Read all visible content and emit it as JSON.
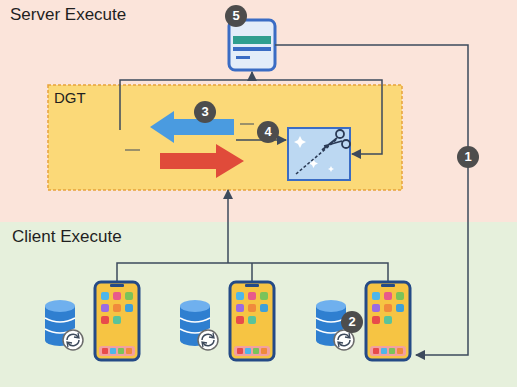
{
  "diagram": {
    "nodes": [
      {
        "text": [
          "Server Execute"
        ]
      },
      {
        "text": [
          "DGT"
        ],
        "in": 0
      },
      {
        "text": [
          "Client Execute"
        ]
      }
    ],
    "edges": [
      {
        "from": 2,
        "to": 1,
        "arrow": "to"
      }
    ],
    "labels": [
      "5",
      "3",
      "4",
      "1",
      "2"
    ]
  }
}
